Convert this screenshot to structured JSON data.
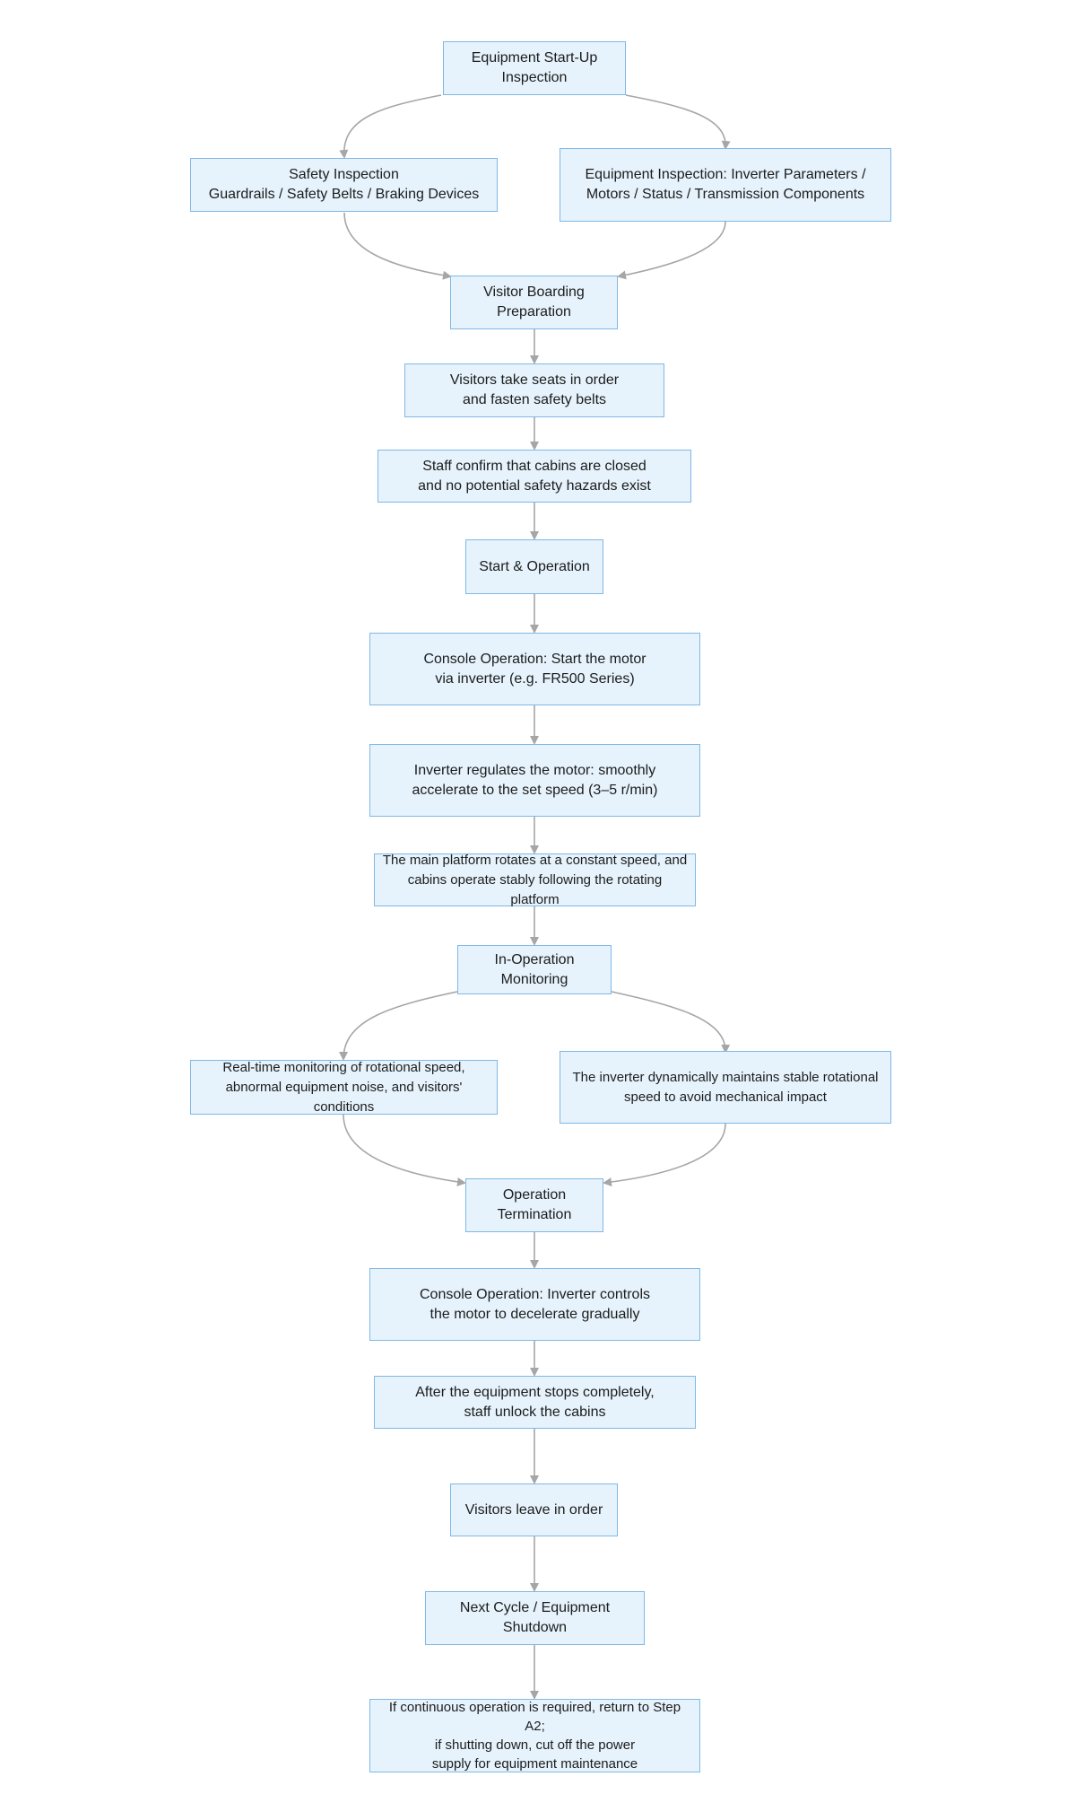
{
  "nodes": {
    "start_inspection": "Equipment Start-Up\nInspection",
    "safety_inspection": "Safety Inspection\nGuardrails / Safety Belts / Braking Devices",
    "equipment_inspection": "Equipment Inspection: Inverter Parameters /\nMotors / Status / Transmission Components",
    "boarding_prep": "Visitor Boarding\nPreparation",
    "take_seats": "Visitors take seats in order\nand fasten safety belts",
    "staff_confirm": "Staff confirm that cabins are closed\nand no potential safety hazards exist",
    "start_operation": "Start & Operation",
    "console_start": "Console Operation: Start the motor\nvia inverter (e.g. FR500 Series)",
    "inverter_accel": "Inverter regulates the motor: smoothly\naccelerate to the set speed (3–5 r/min)",
    "platform_rotates": "The main platform rotates at a constant speed, and\ncabins operate stably following the rotating platform",
    "monitoring": "In-Operation Monitoring",
    "realtime_monitoring": "Real-time monitoring of rotational speed,\nabnormal equipment noise, and visitors' conditions",
    "inverter_stable": "The inverter dynamically maintains stable rotational\nspeed to avoid mechanical impact",
    "termination": "Operation Termination",
    "console_decel": "Console Operation: Inverter controls\nthe motor to decelerate gradually",
    "unlock_cabins": "After the equipment stops completely,\nstaff unlock the cabins",
    "visitors_leave": "Visitors leave in order",
    "next_cycle": "Next Cycle / Equipment Shutdown",
    "final_step": "If continuous operation is required, return to Step A2;\nif shutting down, cut off the power\nsupply for equipment maintenance"
  },
  "colors": {
    "node_fill": "#e6f3fc",
    "node_border": "#7fb8e6",
    "connector": "#a6a6a6",
    "text": "#1c1c1c"
  }
}
